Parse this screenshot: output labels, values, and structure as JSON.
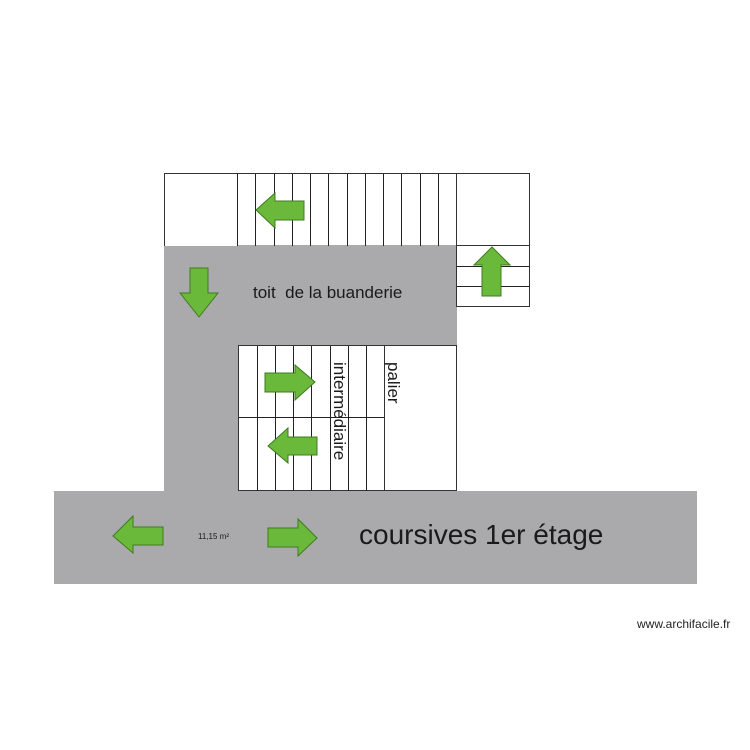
{
  "plan": {
    "roof_label": "toit  de la buanderie",
    "landing_label_line1": "palier",
    "landing_label_line2": "intermédiaire",
    "corridor_label": "coursives 1er étage",
    "area_label": "11,15 m²",
    "watermark": "www.archifacile.fr"
  },
  "colors": {
    "floor_grey": "#aaa9ab",
    "arrow_fill": "#6ab93a",
    "arrow_stroke": "#3f7a1f",
    "line": "#222222"
  },
  "arrows": [
    {
      "id": "top-stair-arrow",
      "direction": "left"
    },
    {
      "id": "roof-arrow",
      "direction": "down"
    },
    {
      "id": "right-stair-arrow",
      "direction": "up"
    },
    {
      "id": "mid-upper-arrow",
      "direction": "right"
    },
    {
      "id": "mid-lower-arrow",
      "direction": "left"
    },
    {
      "id": "corridor-left-arrow",
      "direction": "left"
    },
    {
      "id": "corridor-right-arrow",
      "direction": "right"
    }
  ]
}
